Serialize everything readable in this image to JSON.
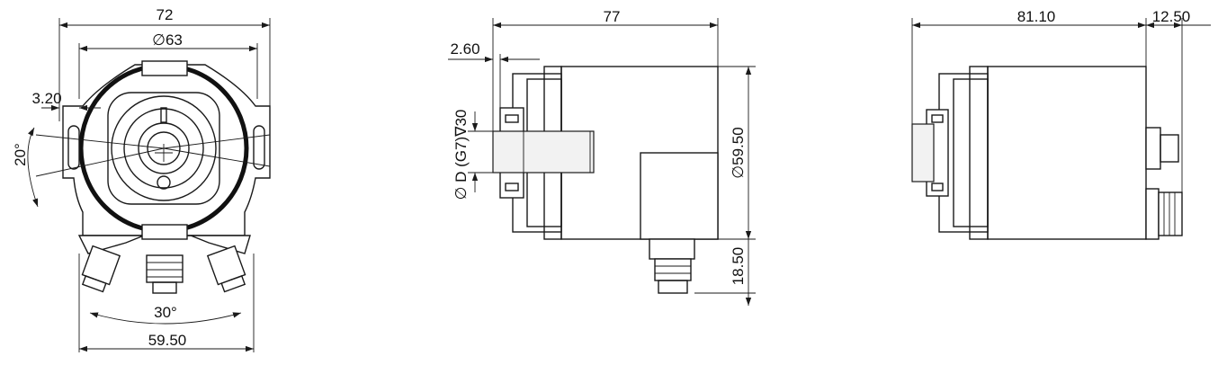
{
  "front_view": {
    "width_label": "72",
    "diameter_label": "∅63",
    "offset_label": "3.20",
    "angle_label": "20°",
    "connector_angle_label": "30°",
    "bottom_width_label": "59.50"
  },
  "side_view": {
    "length_label": "77",
    "offset_label": "2.60",
    "shaft_label": "∅ D (G7)∇30",
    "diameter_label": "∅59.50",
    "connector_height_label": "18.50"
  },
  "rear_view": {
    "length_label": "81.10",
    "connector_label": "12.50"
  }
}
